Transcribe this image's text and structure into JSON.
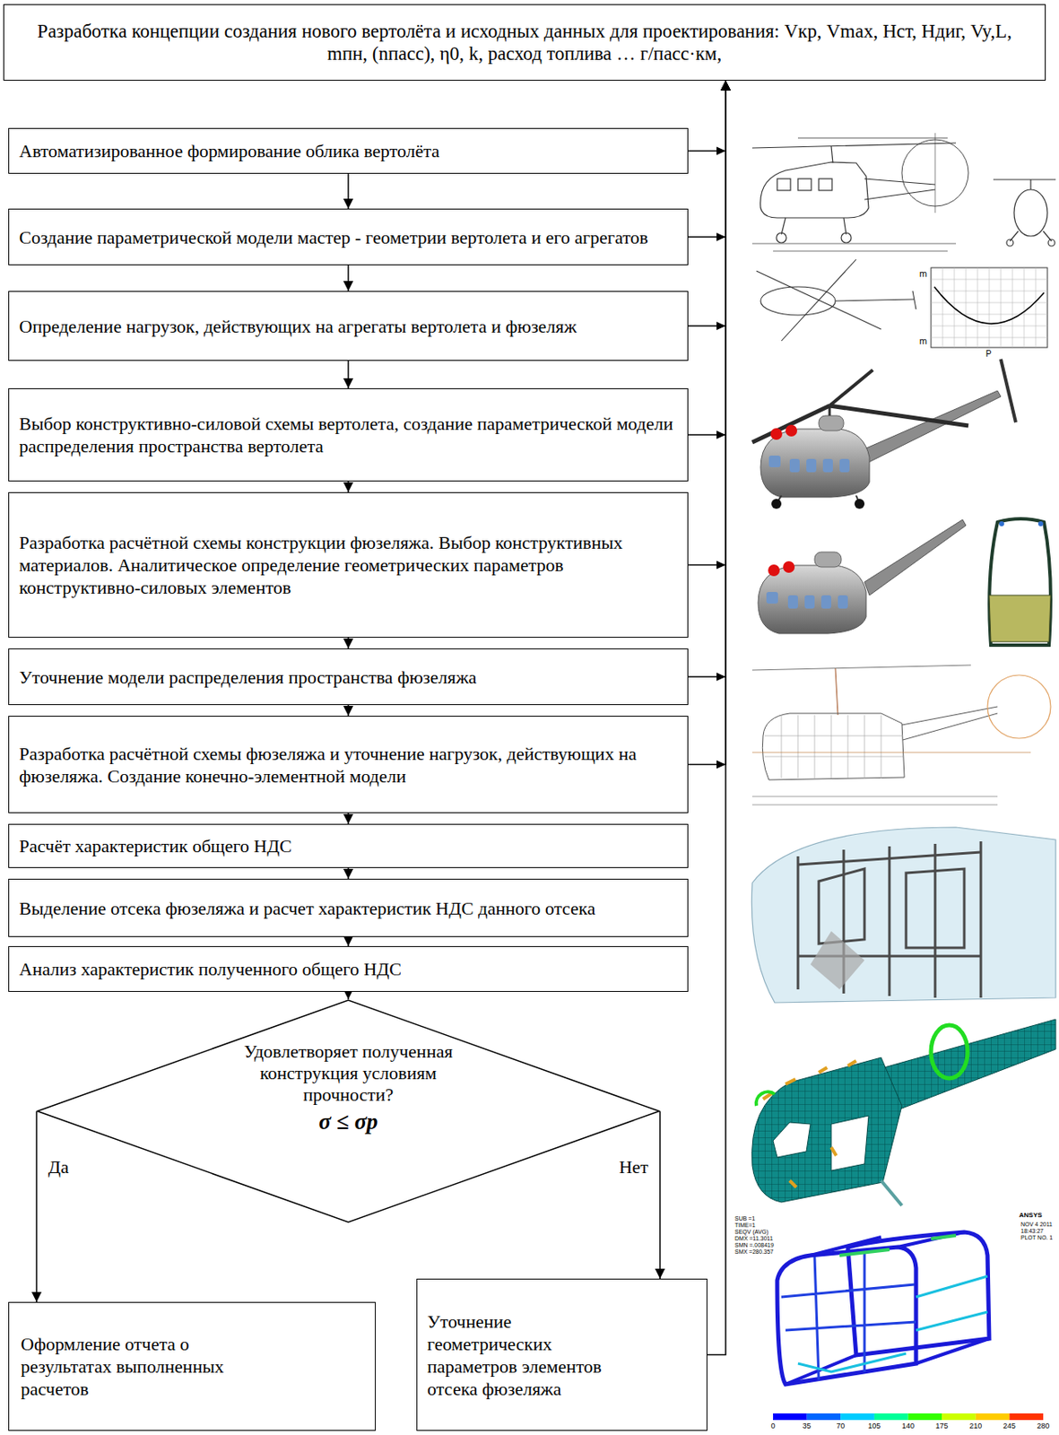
{
  "diagram": {
    "nodes": [
      {
        "text": [
          "Разработка концепции создания нового вертолёта и исходных данных для проектирования: Vкр, Vmax, Hст, Hдиг, Vy,L, mпн, (nпасс), η0, k, расход топлива … г/пасс·км,"
        ]
      },
      {
        "text": [
          "Автоматизированное формирование облика вертолёта"
        ]
      },
      {
        "text": [
          "Создание параметрической модели мастер - геометрии вертолета и его агрегатов"
        ]
      },
      {
        "text": [
          "Определение нагрузок, действующих на агрегаты вертолета и фюзеляж"
        ]
      },
      {
        "text": [
          "Выбор конструктивно-силовой схемы вертолета, создание параметрической модели распределения пространства вертолета"
        ]
      },
      {
        "text": [
          "Разработка расчётной схемы конструкции фюзеляжа. Выбор конструктивных материалов. Аналитическое определение геометрических параметров конструктивно-силовых элементов"
        ]
      },
      {
        "text": [
          "Уточнение модели распределения пространства фюзеляжа"
        ]
      },
      {
        "text": [
          "Разработка расчётной схемы фюзеляжа и уточнение нагрузок, действующих на фюзеляжа. Создание конечно-элементной модели"
        ]
      },
      {
        "text": [
          "Расчёт характеристик общего НДС"
        ]
      },
      {
        "text": [
          "Выделение отсека фюзеляжа и расчет характеристик НДС данного отсека"
        ]
      },
      {
        "text": [
          "Анализ характеристик полученного общего НДС"
        ]
      },
      {
        "text": [
          "Удовлетворяет полученная конструкция условиям прочности?",
          "σ ≤ σp"
        ]
      },
      {
        "text": [
          "Оформление отчета о результатах выполненных расчетов"
        ]
      },
      {
        "text": [
          "Уточнение геометрических параметров элементов отсека фюзеляжа"
        ]
      }
    ],
    "edges": [
      {
        "from": 1,
        "to": 2,
        "arrow": "to"
      },
      {
        "from": 2,
        "to": 3,
        "arrow": "to"
      },
      {
        "from": 3,
        "to": 4,
        "arrow": "to"
      },
      {
        "from": 4,
        "to": 5,
        "arrow": "to"
      },
      {
        "from": 5,
        "to": 6,
        "arrow": "to"
      },
      {
        "from": 6,
        "to": 7,
        "arrow": "to"
      },
      {
        "from": 7,
        "to": 8,
        "arrow": "to"
      },
      {
        "from": 8,
        "to": 9,
        "arrow": "to"
      },
      {
        "from": 9,
        "to": 10,
        "arrow": "to"
      },
      {
        "from": 10,
        "to": 11,
        "arrow": "to"
      },
      {
        "from": 11,
        "to": 12,
        "label": "Да",
        "arrow": "to"
      },
      {
        "from": 11,
        "to": 13,
        "label": "Нет",
        "arrow": "to"
      },
      {
        "from": 1,
        "to": 0,
        "arrow": "to"
      },
      {
        "from": 2,
        "to": 0,
        "arrow": "to"
      },
      {
        "from": 3,
        "to": 0,
        "arrow": "to"
      },
      {
        "from": 4,
        "to": 0,
        "arrow": "to"
      },
      {
        "from": 5,
        "to": 0,
        "arrow": "to"
      },
      {
        "from": 6,
        "to": 0,
        "arrow": "to"
      },
      {
        "from": 7,
        "to": 0,
        "arrow": "to"
      },
      {
        "from": 13,
        "to": 0,
        "arrow": "to"
      }
    ],
    "labels": [
      "m",
      "m",
      "P",
      "SUB =1",
      "TIME=1",
      "SEQV (AVG)",
      "DMX =11.3011",
      "SMN =.008419",
      "SMX =280.357",
      "ANSYS",
      "NOV 4 2011",
      "18:43:27",
      "PLOT NO. 1",
      "0",
      "35",
      "70",
      "105",
      "140",
      "175",
      "210",
      "245",
      "280"
    ]
  }
}
